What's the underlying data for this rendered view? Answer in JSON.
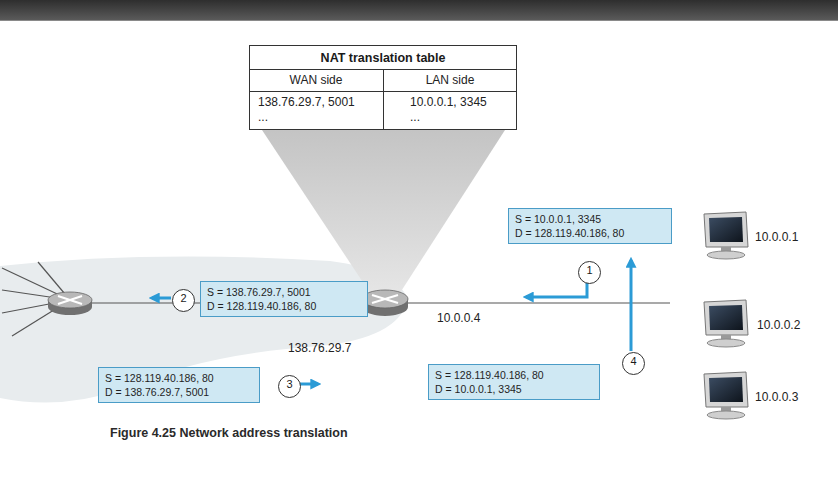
{
  "diagram": {
    "caption": "Figure 4.25 Network address translation",
    "nodes": [
      {
        "text": [
          "NAT translation table"
        ]
      },
      {
        "text": [
          "S = 10.0.0.1, 3345",
          "D = 128.119.40.186, 80"
        ]
      },
      {
        "text": [
          "1"
        ]
      },
      {
        "text": [
          "S = 138.76.29.7, 5001",
          "D = 128.119.40.186, 80"
        ]
      },
      {
        "text": [
          "2"
        ]
      },
      {
        "text": [
          "S = 128.119.40.186, 80",
          "D = 138.76.29.7, 5001"
        ]
      },
      {
        "text": [
          "3"
        ]
      },
      {
        "text": [
          "S = 128.119.40.186, 80",
          "D = 10.0.0.1, 3345"
        ]
      },
      {
        "text": [
          "4"
        ]
      }
    ],
    "labels": [
      "WAN side",
      "LAN side",
      "138.76.29.7, 5001",
      "10.0.0.1, 3345",
      "...",
      "...",
      "10.0.0.1",
      "10.0.0.2",
      "10.0.0.3",
      "10.0.0.4",
      "138.76.29.7"
    ]
  }
}
